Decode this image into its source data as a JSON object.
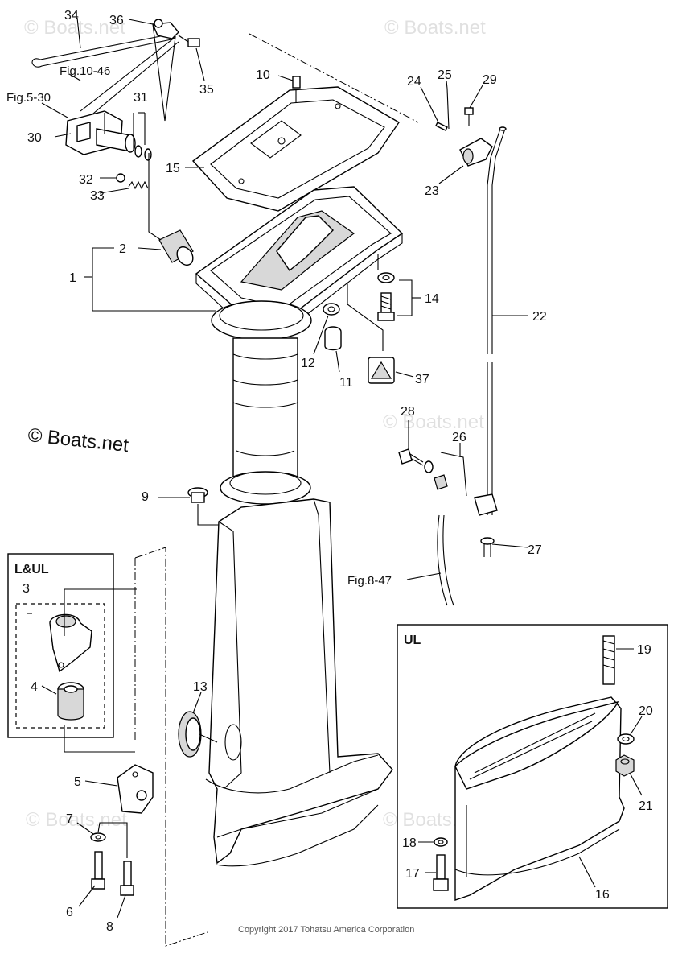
{
  "watermarks": {
    "top_left": "© Boats.net",
    "top_right": "© Boats.net",
    "center_left": "© Boats.net",
    "middle_right": "© Boats.net",
    "bottom_left": "© Boats.net",
    "bottom_right": "© Boats.net"
  },
  "copyright": "Copyright 2017 Tohatsu America Corporation",
  "figure_refs": {
    "fig_10_46": "Fig.10-46",
    "fig_5_30": "Fig.5-30",
    "fig_8_47": "Fig.8-47"
  },
  "boxes": {
    "lul": "L&UL",
    "ul": "UL"
  },
  "callouts": {
    "p1": "1",
    "p2": "2",
    "p3": "3",
    "p4": "4",
    "p5": "5",
    "p6": "6",
    "p7": "7",
    "p8": "8",
    "p9": "9",
    "p10": "10",
    "p11": "11",
    "p12": "12",
    "p13": "13",
    "p14": "14",
    "p15": "15",
    "p16": "16",
    "p17": "17",
    "p18": "18",
    "p19": "19",
    "p20": "20",
    "p21": "21",
    "p22": "22",
    "p23": "23",
    "p24": "24",
    "p25": "25",
    "p26": "26",
    "p27": "27",
    "p28": "28",
    "p29": "29",
    "p30": "30",
    "p31": "31",
    "p32": "32",
    "p33": "33",
    "p34": "34",
    "p35": "35",
    "p36": "36",
    "p37": "37"
  }
}
